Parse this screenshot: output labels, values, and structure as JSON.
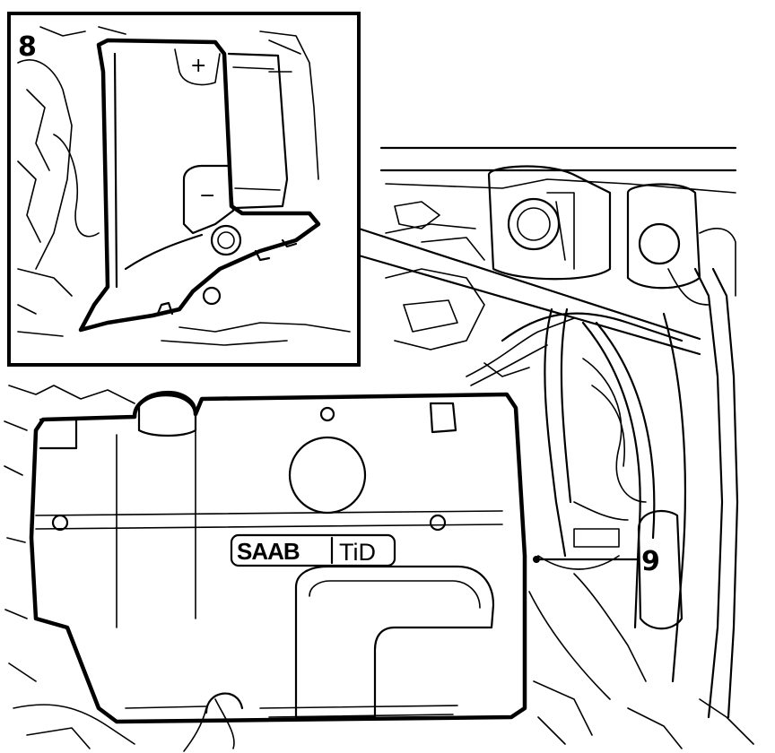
{
  "callouts": {
    "detail_label": "8",
    "pointer_label": "9"
  },
  "engine_cover": {
    "brand": "SAAB",
    "model": "TiD"
  },
  "battery_cover": {
    "positive_symbol": "+",
    "negative_symbol": "−"
  }
}
